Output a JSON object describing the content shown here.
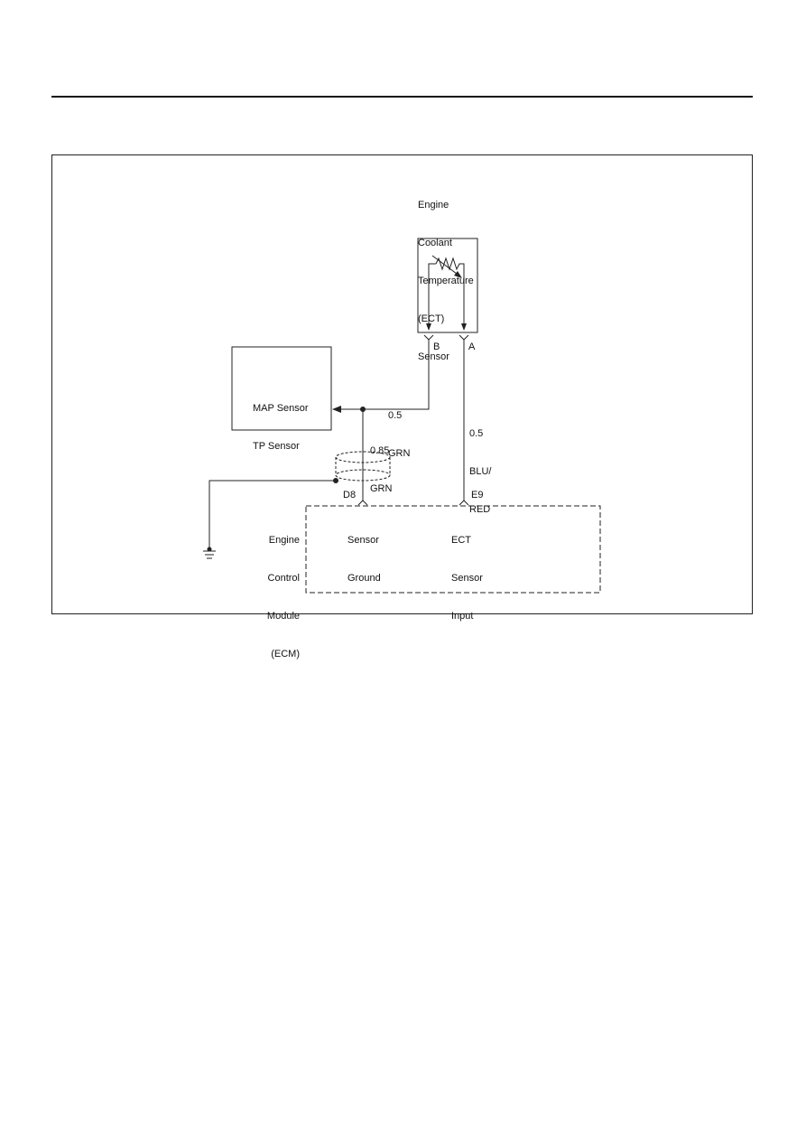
{
  "ect_sensor": {
    "title_lines": [
      "Engine",
      "Coolant",
      "Temperature",
      "(ECT)",
      "Sensor"
    ]
  },
  "map_tp_box": {
    "lines": [
      "MAP Sensor",
      "TP Sensor"
    ]
  },
  "pins": {
    "b": "B",
    "a": "A",
    "d8": "D8",
    "e9": "E9"
  },
  "wires": {
    "grn_05": [
      "0.5",
      "GRN"
    ],
    "grn_085": [
      "0.85",
      "GRN"
    ],
    "blu_red": [
      "0.5",
      "BLU/",
      "RED"
    ]
  },
  "ecm": {
    "title_lines": [
      "Engine",
      "Control",
      "Module",
      "(ECM)"
    ],
    "sensor_ground": [
      "Sensor",
      "Ground"
    ],
    "ect_input": [
      "ECT",
      "Sensor",
      "Input"
    ]
  }
}
